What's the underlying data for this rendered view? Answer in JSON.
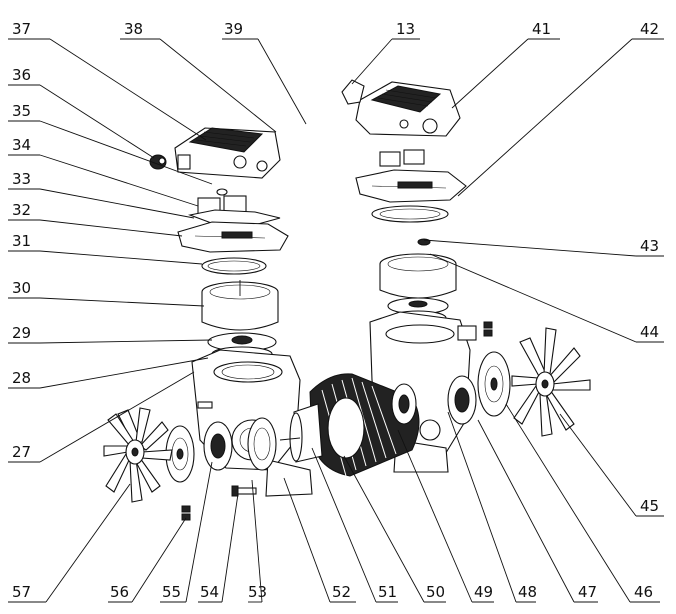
{
  "labels": {
    "l13": "13",
    "l27": "27",
    "l28": "28",
    "l29": "29",
    "l30": "30",
    "l31": "31",
    "l32": "32",
    "l33": "33",
    "l34": "34",
    "l35": "35",
    "l36": "36",
    "l37": "37",
    "l38": "38",
    "l39": "39",
    "l41": "41",
    "l42": "42",
    "l43": "43",
    "l44": "44",
    "l45": "45",
    "l46": "46",
    "l47": "47",
    "l48": "48",
    "l49": "49",
    "l50": "50",
    "l51": "51",
    "l52": "52",
    "l53": "53",
    "l54": "54",
    "l55": "55",
    "l56": "56",
    "l57": "57"
  },
  "colors": {
    "ink": "#111111",
    "paper": "#ffffff"
  }
}
